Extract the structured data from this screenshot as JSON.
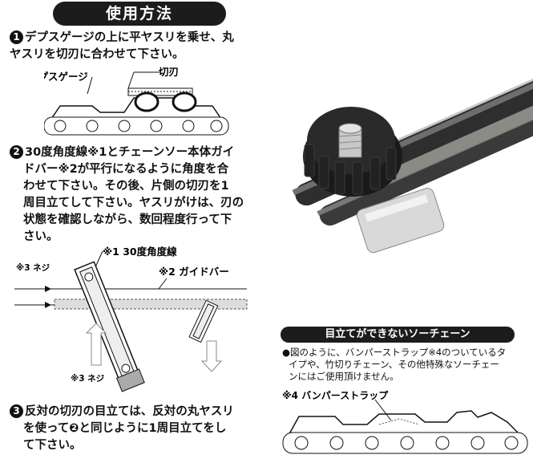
{
  "header": {
    "title": "使用方法"
  },
  "steps": [
    {
      "num": "1",
      "lines": [
        "デプスゲージの上に平ヤスリを乗せ、丸",
        "ヤスリを切刃に合わせて下さい。"
      ]
    },
    {
      "num": "2",
      "lines": [
        "30度角度線※1とチェーンソー本体ガイ",
        "ドバー※2が平行になるように角度を合",
        "わせて下さい。その後、片側の切刃を1",
        "周目立てして下さい。ヤスリがけは、刃の",
        "状態を確認しながら、数回程度行って下",
        "さい。"
      ]
    },
    {
      "num": "3",
      "lines": [
        "反対の切刃の目立ては、反対の丸ヤスリ",
        "を使って❷と同じように1周目立てをし",
        "て下さい。"
      ]
    }
  ],
  "diagram1": {
    "depth_gauge": "デプスゲージ",
    "cutter": "切刃"
  },
  "diagram2": {
    "angle_line": "※1 30度角度線",
    "guide_bar": "※2 ガイドバー",
    "screw_top": "※3 ネジ",
    "screw_bottom": "※3 ネジ"
  },
  "notice": {
    "title": "目立てができないソーチェーン",
    "lines": [
      "●図のように、バンパーストラップ※4のついているタ",
      "イプや、竹切りチェーン、その他特殊なソーチェー",
      "ンにはご使用頂けません。"
    ],
    "bumper_label": "※4 バンパーストラップ"
  }
}
